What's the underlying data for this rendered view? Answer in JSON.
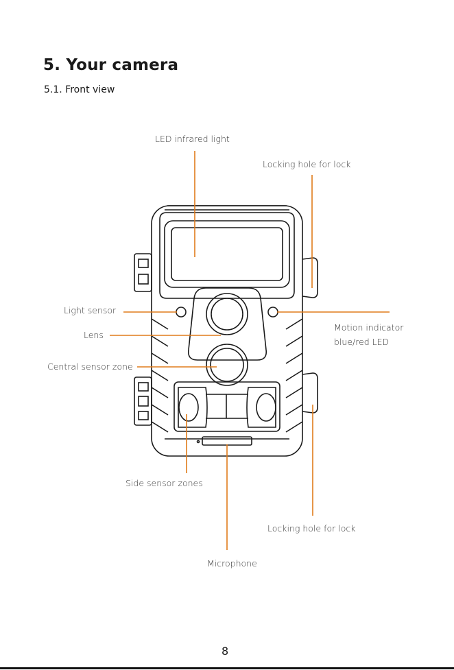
{
  "document": {
    "section_title": "5. Your camera",
    "subsection_title": "5.1. Front view",
    "page_number": "8"
  },
  "labels": {
    "led": "LED infrared light",
    "lock_top": "Locking hole for lock",
    "light_sensor": "Light sensor",
    "lens": "Lens",
    "central_sensor": "Central sensor zone",
    "motion_line1": "Motion indicator",
    "motion_line2": "blue/red LED",
    "side_sensors": "Side sensor zones",
    "lock_bottom": "Locking hole for lock",
    "microphone": "Microphone"
  },
  "colors": {
    "leader": "#e07b1a",
    "outline": "#1a1a1a"
  }
}
